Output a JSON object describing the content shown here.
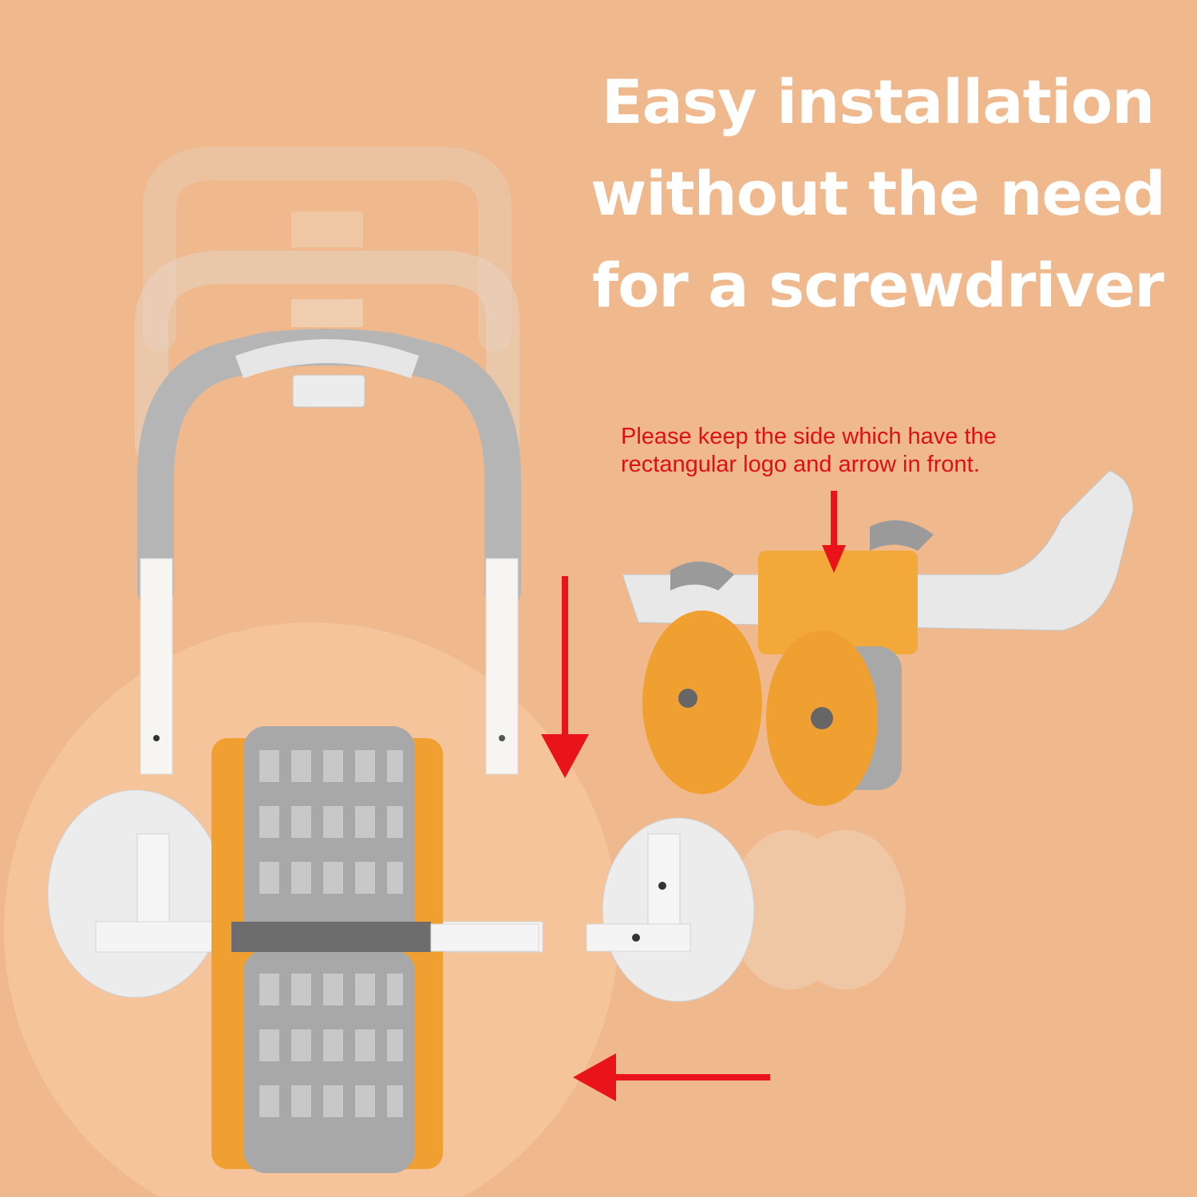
{
  "headline": {
    "lines": [
      "Easy installation",
      "without the need",
      "for a screwdriver"
    ]
  },
  "note": {
    "lines": [
      "Please keep the side which have the",
      "rectangular logo and arrow in front."
    ]
  },
  "colors": {
    "background": "#efb88d",
    "circle": "#f5c298",
    "headline": "#ffffff",
    "note": "#e01010",
    "arrow": "#e8141a",
    "wheel_gray": "#a9a9a9",
    "wheel_orange": "#f0a030"
  }
}
